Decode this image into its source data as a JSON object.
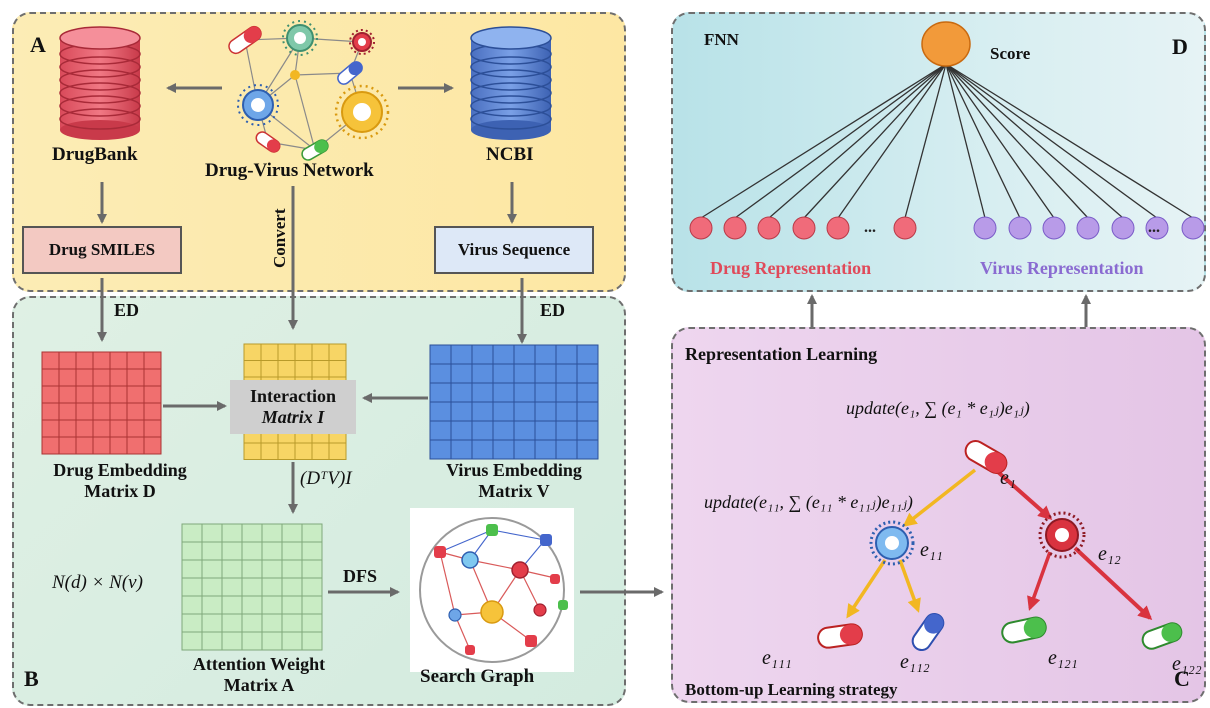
{
  "panels": {
    "a": "A",
    "b": "B",
    "c": "C",
    "d": "D"
  },
  "panel_a": {
    "drugbank": "DrugBank",
    "network": "Drug-Virus Network",
    "ncbi": "NCBI",
    "drug_smiles": "Drug SMILES",
    "virus_sequence": "Virus Sequence",
    "convert": "Convert"
  },
  "edges": {
    "ed_left": "ED",
    "ed_right": "ED",
    "dfs": "DFS"
  },
  "panel_b": {
    "drug_embedding_line1": "Drug Embedding",
    "drug_embedding_line2": "Matrix D",
    "interaction_line1": "Interaction",
    "interaction_line2": "Matrix I",
    "virus_embedding_line1": "Virus Embedding",
    "virus_embedding_line2": "Matrix V",
    "formula_dtv": "(DᵀV)I",
    "formula_size": "N(d) × N(v)",
    "attention_line1": "Attention Weight",
    "attention_line2": "Matrix A",
    "search_graph": "Search Graph"
  },
  "panel_c": {
    "title": "Representation Learning",
    "strategy": "Bottom-up Learning strategy",
    "update_e1": "update(e₁, ∑ (e₁ * e₁ⱼ)e₁ⱼ)",
    "update_e11": "update(e₁₁, ∑ (e₁₁ * e₁₁ⱼ)e₁₁ⱼ)",
    "e1": "e₁",
    "e11": "e₁₁",
    "e12": "e₁₂",
    "e111": "e₁₁₁",
    "e112": "e₁₁₂",
    "e121": "e₁₂₁",
    "e122": "e₁₂₂"
  },
  "panel_d": {
    "fnn": "FNN",
    "score": "Score",
    "drug_repr": "Drug Representation",
    "virus_repr": "Virus Representation",
    "ellipsis_drug": "...",
    "ellipsis_virus": "..."
  },
  "colors": {
    "drug_red": "#f06b7a",
    "virus_purple": "#b89be8",
    "score_orange": "#f29a3a",
    "drug_matrix": "#f06f6f",
    "virus_matrix": "#5b8fe0",
    "interaction_matrix": "#f7d565",
    "attention_matrix": "#c9ecc4",
    "arrow_gray": "#6a6a6a",
    "tree_red": "#d9333f",
    "tree_yellow": "#f2b722",
    "label_red": "#e04a5a",
    "label_purple": "#8a6bd1"
  }
}
